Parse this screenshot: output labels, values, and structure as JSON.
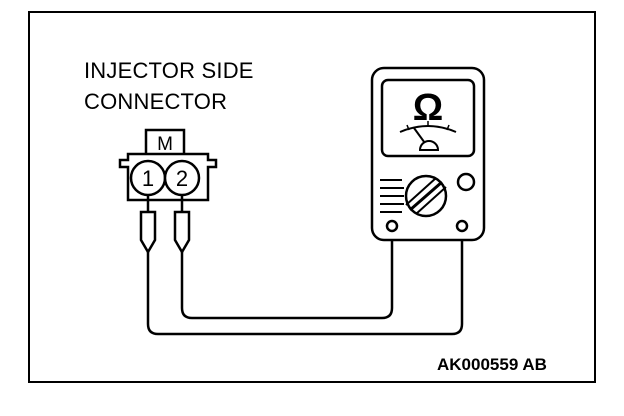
{
  "diagram": {
    "title_line1": "INJECTOR SIDE",
    "title_line2": "CONNECTOR",
    "connector_marker": "M",
    "pin1": "1",
    "pin2": "2",
    "meter_symbol": "Ω",
    "figure_code": "AK000559 AB"
  }
}
